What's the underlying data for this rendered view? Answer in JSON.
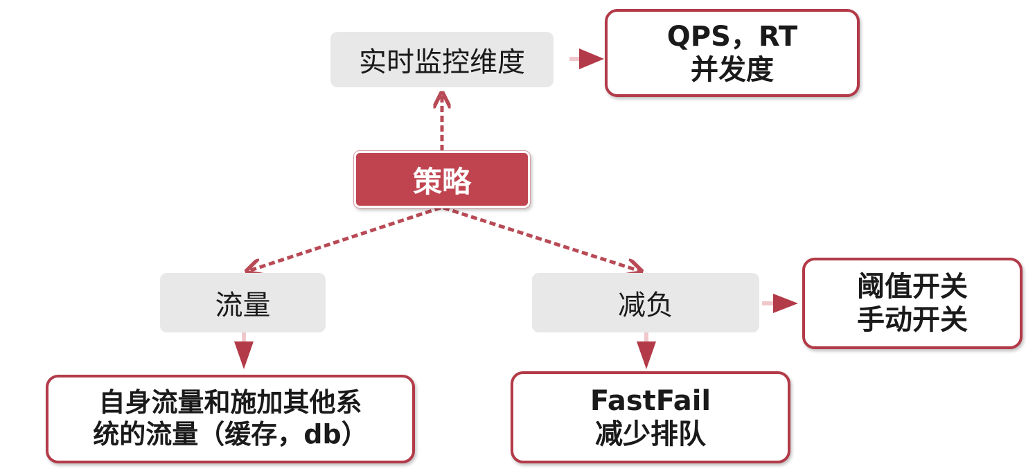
{
  "center": {
    "label": "策略"
  },
  "monitor": {
    "label": "实时监控维度"
  },
  "monitor_detail": {
    "line1": "QPS，RT",
    "line2": "并发度"
  },
  "traffic": {
    "label": "流量"
  },
  "traffic_detail": {
    "line1": "自身流量和施加其他系",
    "line2": "统的流量（缓存，db）"
  },
  "reduce": {
    "label": "减负"
  },
  "switch_detail": {
    "line1": "阈值开关",
    "line2": "手动开关"
  },
  "fastfail_detail": {
    "line1": "FastFail",
    "line2": "减少排队"
  },
  "colors": {
    "accent": "#c04450",
    "border": "#b33a48",
    "grey_box": "#e8e8e8",
    "dashed_link": "#b84a56"
  }
}
